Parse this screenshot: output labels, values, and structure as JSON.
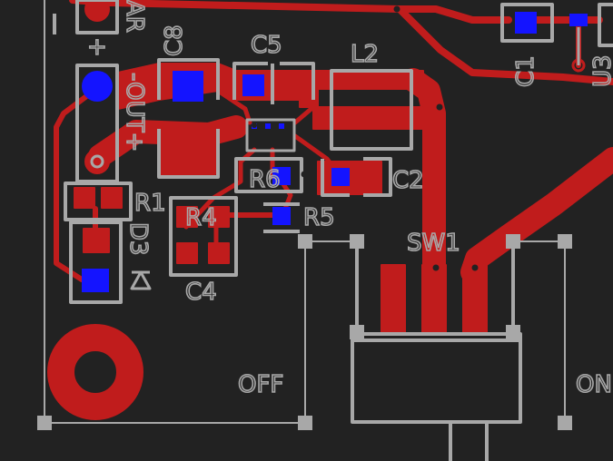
{
  "colors": {
    "background": "#222222",
    "copper": "#c01c1c",
    "pad": "#1414ff",
    "silkscreen": "#a8a8a8"
  },
  "labels": {
    "c8": "C8",
    "c5": "C5",
    "l2": "L2",
    "c1": "C1",
    "u3": "U3",
    "ar": "AR",
    "out": "-OUT+",
    "plus": "+",
    "r1": "R1",
    "d3": "D3",
    "r4": "R4",
    "r6": "R6",
    "r5": "R5",
    "c2": "C2",
    "c4": "C4",
    "sw1": "SW1",
    "off": "OFF",
    "on": "ON"
  }
}
